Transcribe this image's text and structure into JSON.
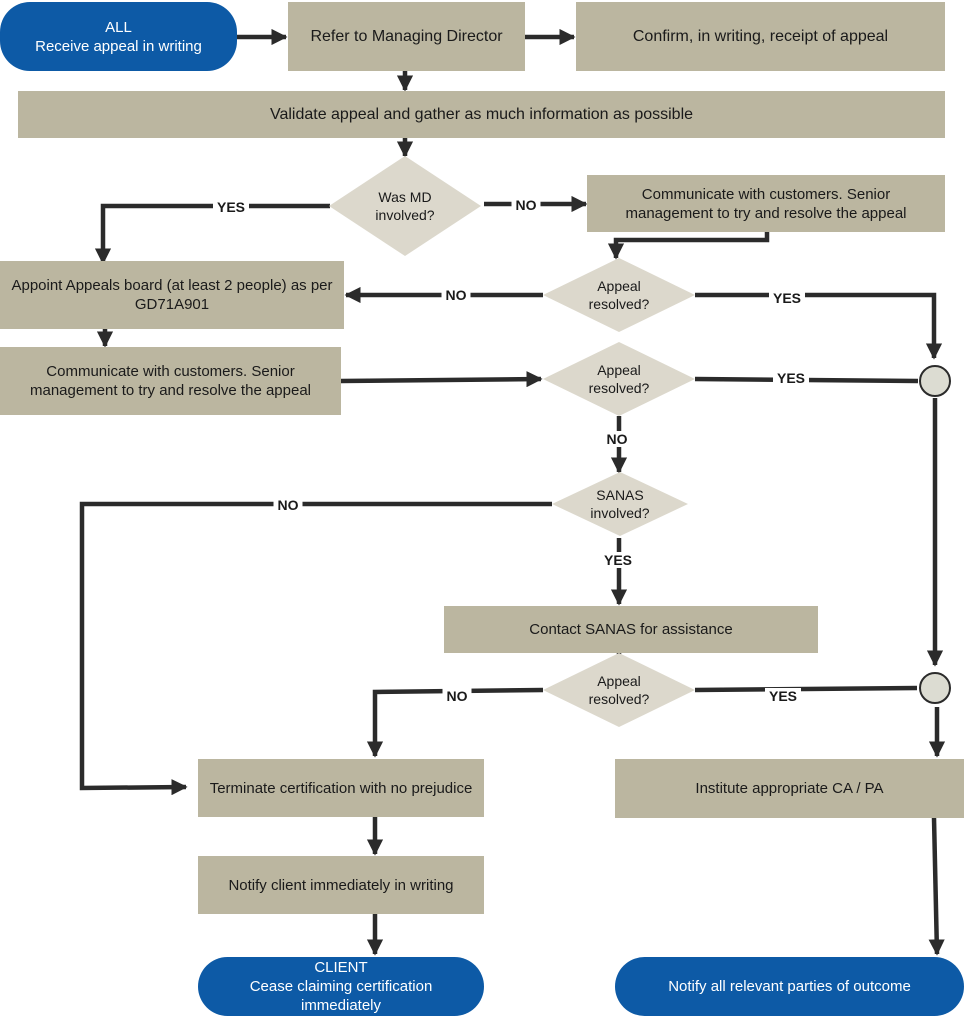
{
  "colors": {
    "process_fill": "#bbb6a0",
    "decision_fill": "#dcd8cc",
    "terminator_fill": "#0d5aa6",
    "connector_fill": "#dcdcd2",
    "line": "#2b2b2b"
  },
  "start": {
    "title": "ALL",
    "body": "Receive appeal in writing"
  },
  "steps": {
    "refer_md": "Refer to Managing Director",
    "confirm_receipt": "Confirm, in writing, receipt of appeal",
    "validate": "Validate appeal and gather as much information as possible",
    "communicate_senior_1": "Communicate with customers. Senior management to try and resolve the appeal",
    "appoint_board": "Appoint Appeals board (at least 2 people) as per GD71A901",
    "communicate_senior_2": "Communicate with customers. Senior management to try and resolve the appeal",
    "contact_sanas": "Contact SANAS for assistance",
    "terminate": "Terminate certification with no prejudice",
    "notify_client": "Notify client immediately in writing",
    "institute_ca": "Institute appropriate CA / PA"
  },
  "decisions": {
    "md_involved": "Was MD involved?",
    "resolved_1": "Appeal resolved?",
    "resolved_2": "Appeal resolved?",
    "sanas_involved": "SANAS involved?",
    "resolved_3": "Appeal resolved?"
  },
  "labels": {
    "md_yes": "YES",
    "md_no": "NO",
    "r1_no": "NO",
    "r1_yes": "YES",
    "r2_yes": "YES",
    "r2_no": "NO",
    "sanas_no": "NO",
    "sanas_yes": "YES",
    "r3_no": "NO",
    "r3_yes": "YES"
  },
  "ends": {
    "client": {
      "title": "CLIENT",
      "body": "Cease claiming certification immediately"
    },
    "notify_all": "Notify all relevant parties of outcome"
  }
}
